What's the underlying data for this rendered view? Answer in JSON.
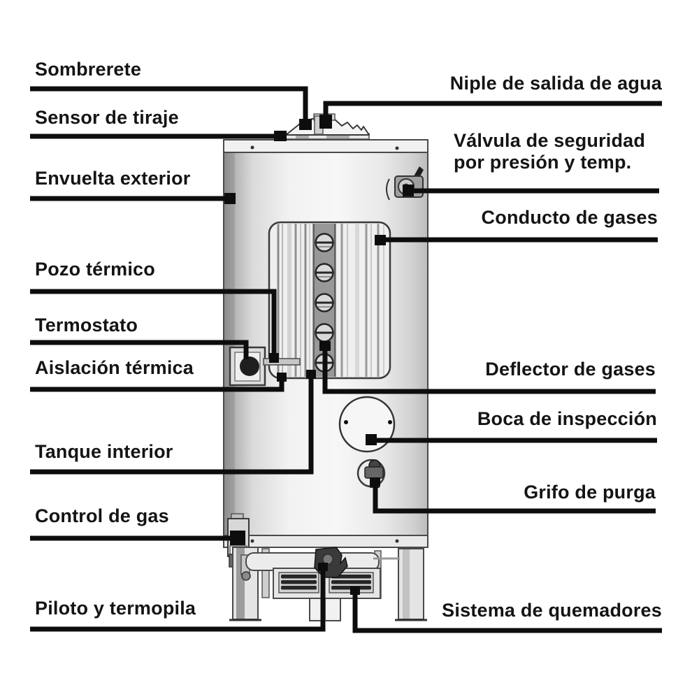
{
  "figure": {
    "type": "labeled-technical-diagram",
    "subject": "gas water heater cutaway with part callouts",
    "left_labels": [
      {
        "id": "sombrerete",
        "text": "Sombrerete"
      },
      {
        "id": "sensor-de-tiraje",
        "text": "Sensor de tiraje"
      },
      {
        "id": "envuelta-exterior",
        "text": "Envuelta exterior"
      },
      {
        "id": "pozo-termico",
        "text": "Pozo térmico"
      },
      {
        "id": "termostato",
        "text": "Termostato"
      },
      {
        "id": "aislacion-termica",
        "text": "Aislación térmica"
      },
      {
        "id": "tanque-interior",
        "text": "Tanque interior"
      },
      {
        "id": "control-de-gas",
        "text": "Control de gas"
      },
      {
        "id": "piloto-y-termopila",
        "text": "Piloto y termopila"
      }
    ],
    "right_labels": [
      {
        "id": "niple-salida-agua",
        "text": "Niple de salida de agua"
      },
      {
        "id": "valvula-seguridad",
        "text": "Válvula de seguridad por presión y temp.",
        "line1": "Válvula de seguridad",
        "line2": "por presión y temp."
      },
      {
        "id": "conducto-de-gases",
        "text": "Conducto de gases"
      },
      {
        "id": "deflector-de-gases",
        "text": "Deflector de gases"
      },
      {
        "id": "boca-de-inspeccion",
        "text": "Boca de inspección"
      },
      {
        "id": "grifo-de-purga",
        "text": "Grifo de purga"
      },
      {
        "id": "sistema-de-quemadores",
        "text": "Sistema de quemadores"
      }
    ],
    "colors": {
      "background": "#ffffff",
      "leader_line": "#0d0d0d",
      "text": "#141414",
      "outline": "#4a4a4a",
      "tank_light": "#f6f6f6",
      "tank_shadow": "#8e8e8e"
    }
  }
}
